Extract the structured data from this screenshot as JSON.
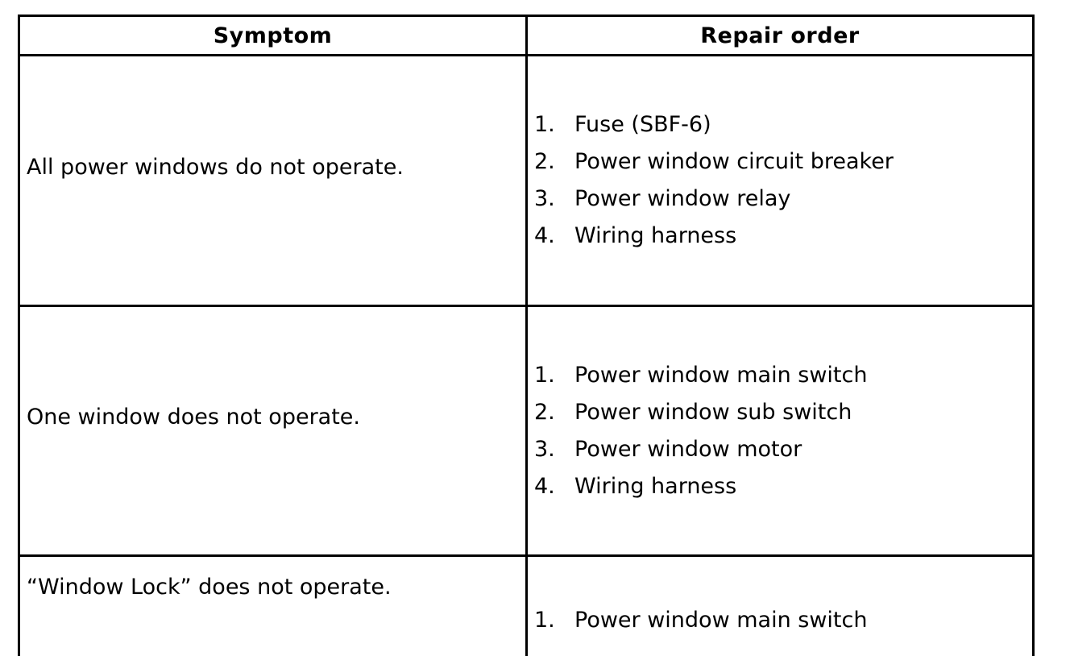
{
  "table": {
    "columns": [
      "Symptom",
      "Repair order"
    ],
    "rows": [
      {
        "symptom": "All power windows do not operate.",
        "repairs": [
          {
            "num": "1.",
            "label": "Fuse (SBF-6)"
          },
          {
            "num": "2.",
            "label": "Power window circuit breaker"
          },
          {
            "num": "3.",
            "label": "Power window relay"
          },
          {
            "num": "4.",
            "label": "Wiring harness"
          }
        ]
      },
      {
        "symptom": "One window does not operate.",
        "repairs": [
          {
            "num": "1.",
            "label": "Power window main switch"
          },
          {
            "num": "2.",
            "label": "Power window sub switch"
          },
          {
            "num": "3.",
            "label": "Power window motor"
          },
          {
            "num": "4.",
            "label": "Wiring harness"
          }
        ]
      },
      {
        "symptom": "“Window Lock” does not operate.",
        "repairs": [
          {
            "num": "1.",
            "label": "Power window main switch"
          }
        ]
      }
    ]
  }
}
